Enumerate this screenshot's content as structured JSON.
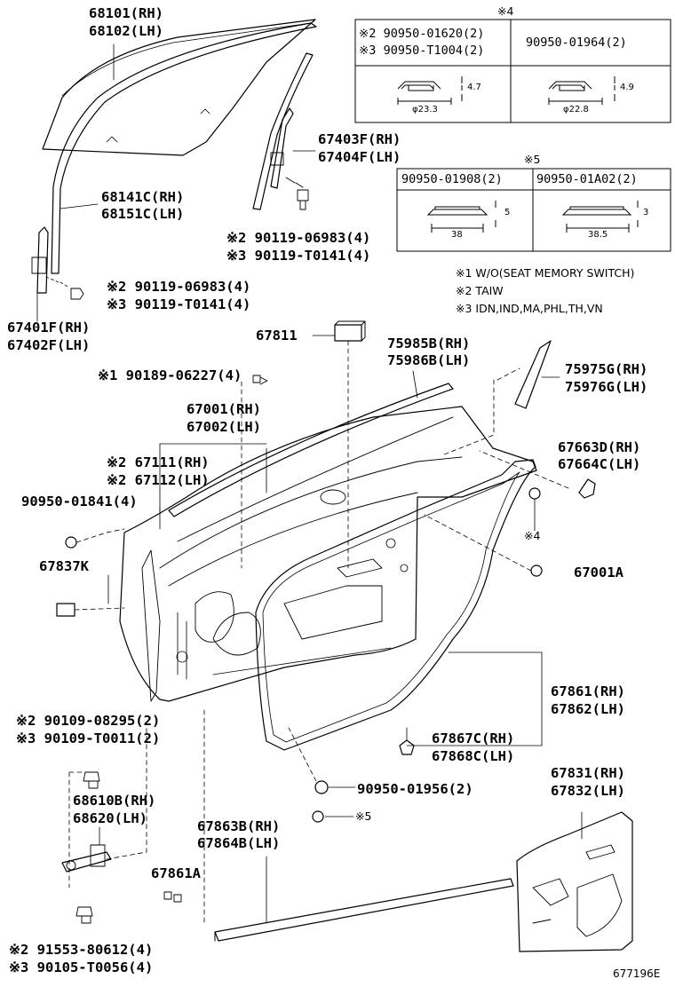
{
  "labels": {
    "l68101": "68101(RH)",
    "l68102": "68102(LH)",
    "l67403f": "67403F(RH)",
    "l67404f": "67404F(LH)",
    "l68141c": "68141C(RH)",
    "l68151c": "68151C(LH)",
    "b90119a_1": "※2 90119-06983(4)",
    "b90119a_2": "※3 90119-T0141(4)",
    "b90119b_1": "※2 90119-06983(4)",
    "b90119b_2": "※3 90119-T0141(4)",
    "l67401f": "67401F(RH)",
    "l67402f": "67402F(LH)",
    "l67811": "67811",
    "l75985b": "75985B(RH)",
    "l75986b": "75986B(LH)",
    "l75975g": "75975G(RH)",
    "l75976g": "75976G(LH)",
    "b90189": "※1 90189-06227(4)",
    "l67001": "67001(RH)",
    "l67002": "67002(LH)",
    "l67111": "※2 67111(RH)",
    "l67112": "※2 67112(LH)",
    "l67663d": "67663D(RH)",
    "l67664c": "67664C(LH)",
    "l90950_01841": "90950-01841(4)",
    "l67837k": "67837K",
    "note4": "※4",
    "l67001a": "67001A",
    "l67861": "67861(RH)",
    "l67862": "67862(LH)",
    "b90109_1": "※2 90109-08295(2)",
    "b90109_2": "※3 90109-T0011(2)",
    "l67867c": "67867C(RH)",
    "l67868c": "67868C(LH)",
    "l90950_01956": "90950-01956(2)",
    "note5": "※5",
    "l68610b": "68610B(RH)",
    "l68620": "68620(LH)",
    "l67831": "67831(RH)",
    "l67832": "67832(LH)",
    "l67863b": "67863B(RH)",
    "l67864b": "67864B(LH)",
    "l67861a": "67861A",
    "b91553_1": "※2 91553-80612(4)",
    "b90105_2": "※3 90105-T0056(4)",
    "ref": "677196E"
  },
  "box4": {
    "mark": "※4",
    "left_line1": "※2 90950-01620(2)",
    "left_line2": "※3 90950-T1004(2)",
    "right_line1": "90950-01964(2)",
    "dim_left_h": "4.7",
    "dim_left_d": "φ23.3",
    "dim_right_h": "4.9",
    "dim_right_d": "φ22.8"
  },
  "box5": {
    "mark": "※5",
    "left_line1": "90950-01908(2)",
    "right_line1": "90950-01A02(2)",
    "dim_left_h": "5",
    "dim_left_w": "38",
    "dim_right_h": "3",
    "dim_right_w": "38.5"
  },
  "notes": {
    "n1": "※1 W/O(SEAT MEMORY SWITCH)",
    "n2": "※2 TAIW",
    "n3": "※3 IDN,IND,MA,PHL,TH,VN"
  }
}
